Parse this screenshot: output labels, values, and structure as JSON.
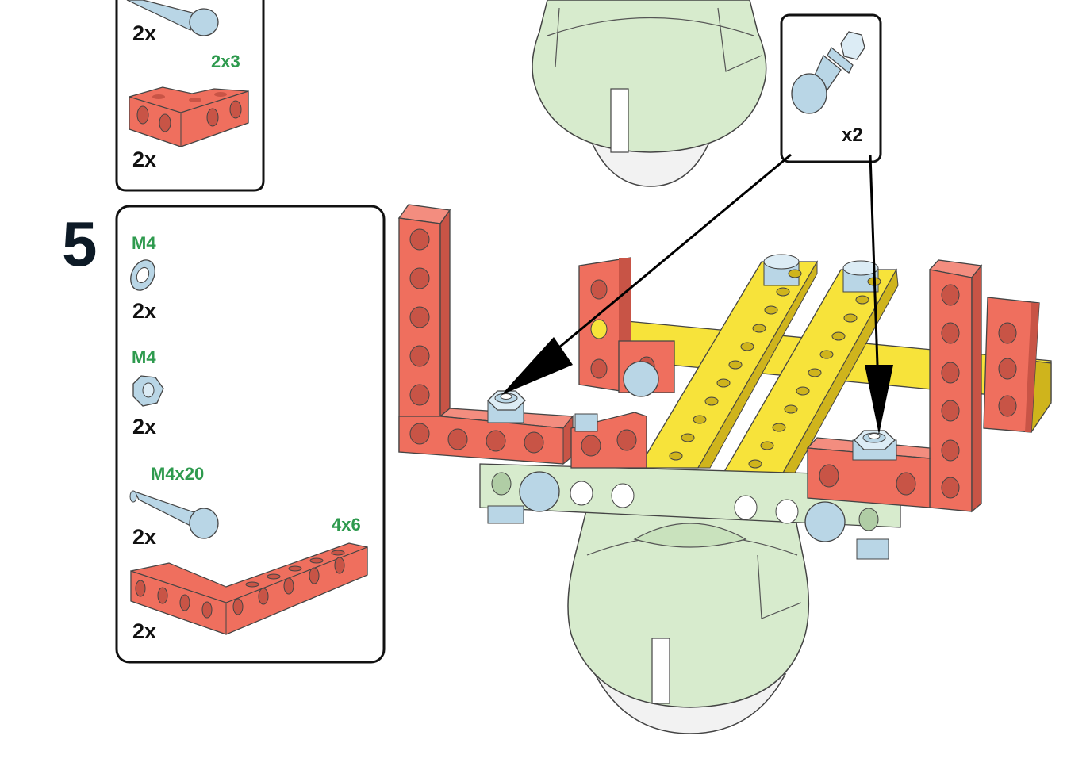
{
  "colors": {
    "red": "#ef6f5e",
    "red_dark": "#c85446",
    "yellow": "#f7e33a",
    "yellow_dark": "#cfb41c",
    "green": "#d7ebcd",
    "green_dark": "#b0cda5",
    "steel": "#b9d6e6",
    "steel_dark": "#89aec3",
    "label_green": "#2e9a4e",
    "text": "#111111",
    "step_number": "#0d1a26"
  },
  "prev_step": {
    "bolt": {
      "icon": "bolt-icon",
      "qty": "2x"
    },
    "bracket": {
      "icon": "l-bracket-icon",
      "size": "2x3",
      "qty": "2x"
    }
  },
  "step": {
    "number": "5",
    "washer": {
      "icon": "washer-icon",
      "spec": "M4",
      "qty": "2x"
    },
    "nut": {
      "icon": "hex-nut-icon",
      "spec": "M4",
      "qty": "2x"
    },
    "bolt": {
      "icon": "bolt-icon",
      "spec": "M4x20",
      "qty": "2x"
    },
    "bracket": {
      "icon": "l-bracket-icon",
      "size": "4x6",
      "qty": "2x"
    }
  },
  "callout": {
    "icon": "bolt-nut-assembly-icon",
    "qty": "x2"
  }
}
